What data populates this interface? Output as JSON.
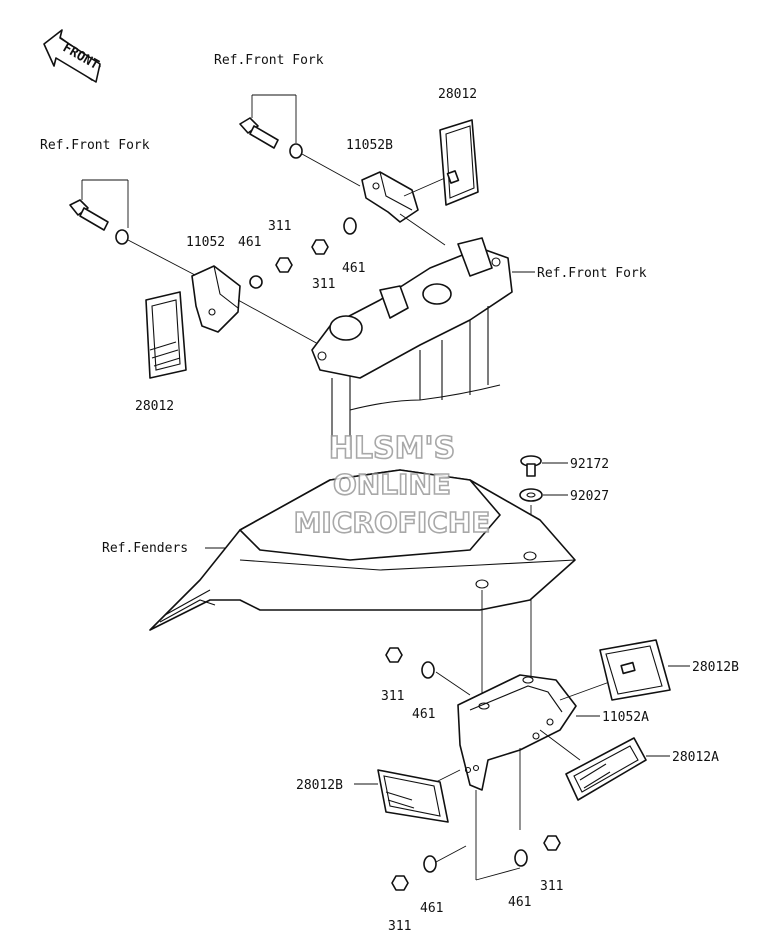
{
  "front_arrow": {
    "label": "FRONT"
  },
  "labels": {
    "ref_front_fork_1": "Ref.Front Fork",
    "ref_front_fork_2": "Ref.Front Fork",
    "ref_front_fork_3": "Ref.Front Fork",
    "ref_fenders": "Ref.Fenders",
    "p28012_top": "28012",
    "p28012_left": "28012",
    "p11052b": "11052B",
    "p11052": "11052",
    "p461_a": "461",
    "p311_a": "311",
    "p311_b": "311",
    "p461_b": "461",
    "p92172": "92172",
    "p92027": "92027",
    "p28012b_right": "28012B",
    "p311_c": "311",
    "p461_c": "461",
    "p11052a": "11052A",
    "p28012a": "28012A",
    "p28012b_left": "28012B",
    "p311_d": "311",
    "p461_d": "461",
    "p461_e": "461",
    "p311_e": "311"
  },
  "watermark": {
    "line1": "HLSM'S",
    "line2": "ONLINE",
    "line3": "MICROFICHE"
  }
}
